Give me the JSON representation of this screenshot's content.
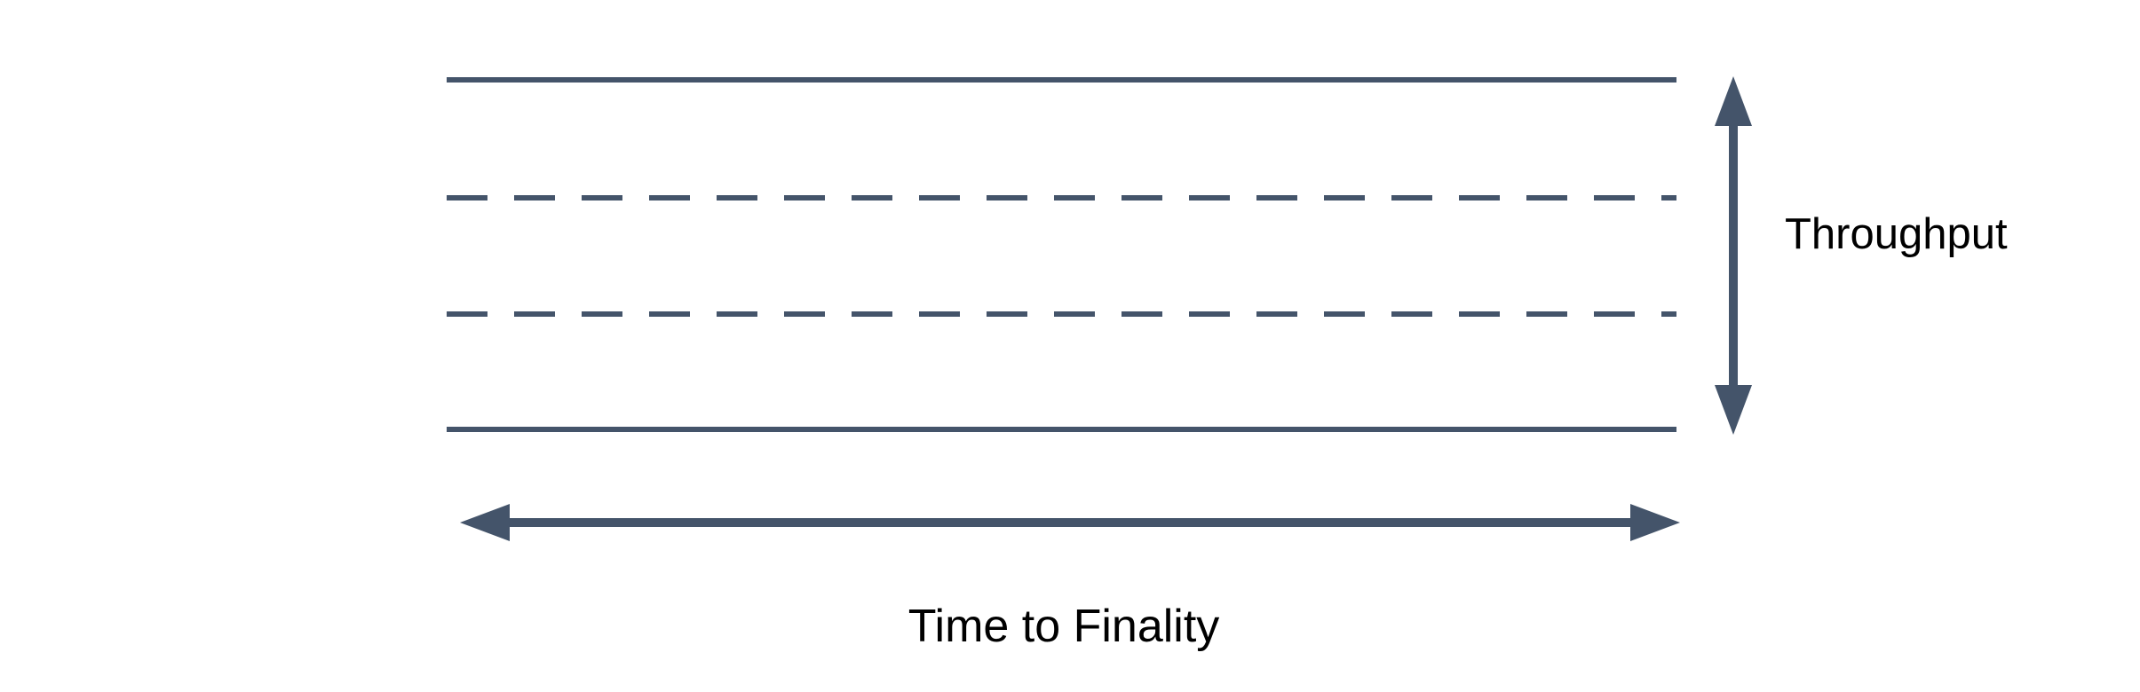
{
  "diagram": {
    "title": "",
    "type": "throughput-vs-time-to-finality-band",
    "labels": {
      "vertical_axis": "Throughput",
      "horizontal_axis": "Time to Finality"
    },
    "elements": {
      "top_boundary": "solid horizontal line",
      "middle_lane_1": "dashed horizontal line",
      "middle_lane_2": "dashed horizontal line",
      "bottom_boundary": "solid horizontal line",
      "vertical_arrow": "double-headed arrow spanning band height",
      "horizontal_arrow": "double-headed arrow spanning band width"
    }
  },
  "colors": {
    "line-color": "#44546a",
    "text-color": "#000000"
  }
}
